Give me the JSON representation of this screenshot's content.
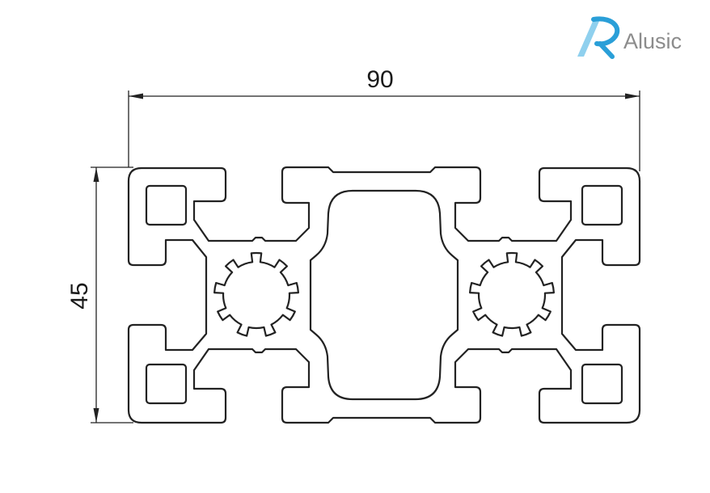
{
  "brand": {
    "name": "Alusic",
    "logo_icon": "alusic-a-logo-icon",
    "colors": {
      "logo_light_blue": "#8fd0ee",
      "logo_blue": "#2a9fd8",
      "text_gray": "#8c8c8c"
    }
  },
  "drawing": {
    "subject": "aluminium-profile-cross-section",
    "line_color": "#222222",
    "dimensions": {
      "width": {
        "value": "90"
      },
      "height": {
        "value": "45"
      }
    }
  }
}
